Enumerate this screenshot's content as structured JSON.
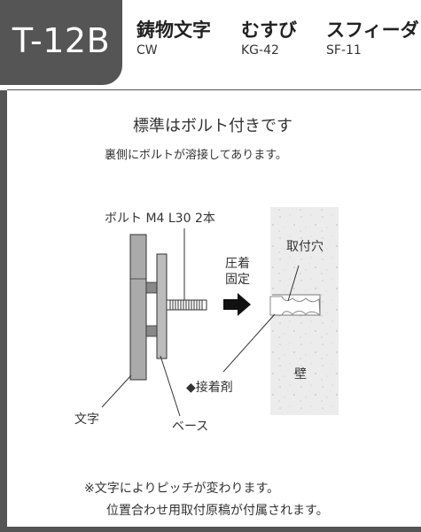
{
  "header": {
    "code": "T-12B",
    "columns": [
      {
        "name": "鋳物文字",
        "code": "CW"
      },
      {
        "name": "むすび",
        "code": "KG-42"
      },
      {
        "name": "スフィーダ",
        "code": "SF-11"
      }
    ]
  },
  "main": {
    "title": "標準はボルト付きです",
    "subtitle": "裏側にボルトが溶接してあります。"
  },
  "diagram": {
    "bolt_label": "ボルト M4 L30 2本",
    "press_label": "圧着",
    "fix_label": "固定",
    "hole_label": "取付穴",
    "adhesive_label": "◆接着剤",
    "wall_label": "壁",
    "letter_label": "文字",
    "base_label": "ベース"
  },
  "notes": {
    "line1": "※文字によりピッチが変わります。",
    "line2": "位置合わせ用取付原稿が付属されます。"
  },
  "colors": {
    "dark": "#555555",
    "letter": "#aaaaaa",
    "base": "#bbbbbb",
    "wall": "#ececec"
  }
}
